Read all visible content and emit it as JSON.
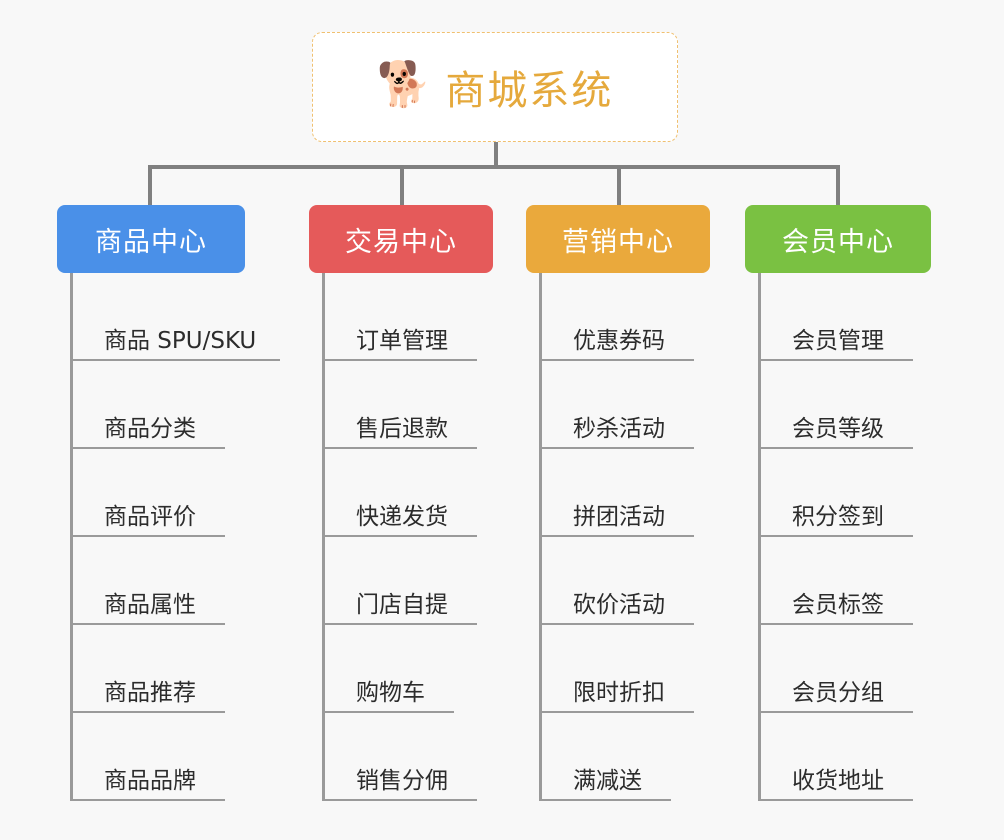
{
  "background_color": "#f8f8f8",
  "root": {
    "icon": "shiba-dog-icon",
    "icon_glyph": "🐕",
    "title": "商城系统",
    "title_color": "#e5a93c",
    "border_color": "#f0c070"
  },
  "branches": [
    {
      "id": "product-center",
      "label": "商品中心",
      "color": "#4a90e8",
      "items": [
        {
          "label": "商品 SPU/SKU",
          "underline_width": 210
        },
        {
          "label": "商品分类",
          "underline_width": 155
        },
        {
          "label": "商品评价",
          "underline_width": 155
        },
        {
          "label": "商品属性",
          "underline_width": 155
        },
        {
          "label": "商品推荐",
          "underline_width": 155
        },
        {
          "label": "商品品牌",
          "underline_width": 155
        }
      ]
    },
    {
      "id": "trade-center",
      "label": "交易中心",
      "color": "#e55a5a",
      "items": [
        {
          "label": "订单管理",
          "underline_width": 155
        },
        {
          "label": "售后退款",
          "underline_width": 155
        },
        {
          "label": "快递发货",
          "underline_width": 155
        },
        {
          "label": "门店自提",
          "underline_width": 155
        },
        {
          "label": "购物车",
          "underline_width": 132
        },
        {
          "label": "销售分佣",
          "underline_width": 155
        }
      ]
    },
    {
      "id": "marketing-center",
      "label": "营销中心",
      "color": "#eaa93c",
      "items": [
        {
          "label": "优惠券码",
          "underline_width": 155
        },
        {
          "label": "秒杀活动",
          "underline_width": 155
        },
        {
          "label": "拼团活动",
          "underline_width": 155
        },
        {
          "label": "砍价活动",
          "underline_width": 155
        },
        {
          "label": "限时折扣",
          "underline_width": 155
        },
        {
          "label": "满减送",
          "underline_width": 132
        }
      ]
    },
    {
      "id": "member-center",
      "label": "会员中心",
      "color": "#7ac142",
      "items": [
        {
          "label": "会员管理",
          "underline_width": 155
        },
        {
          "label": "会员等级",
          "underline_width": 155
        },
        {
          "label": "积分签到",
          "underline_width": 155
        },
        {
          "label": "会员标签",
          "underline_width": 155
        },
        {
          "label": "会员分组",
          "underline_width": 155
        },
        {
          "label": "收货地址",
          "underline_width": 155
        }
      ]
    }
  ],
  "connector_color": "#808080",
  "leaf_line_color": "#9a9a9a"
}
